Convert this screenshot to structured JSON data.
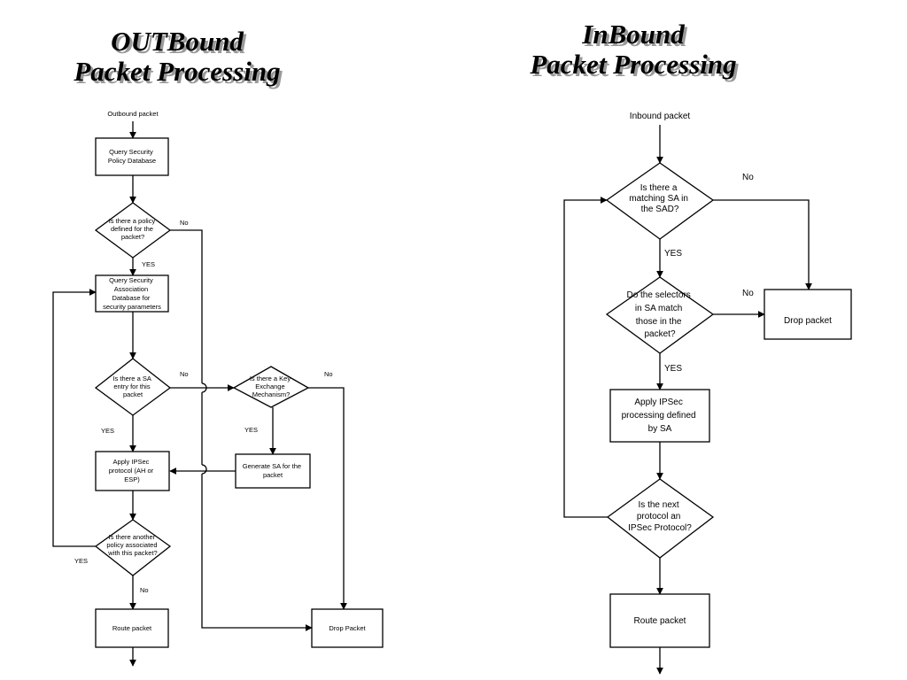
{
  "titles": {
    "outbound": "OUTBound\nPacket Processing",
    "inbound": "InBound\nPacket Processing"
  },
  "outbound": {
    "start": "Outbound packet",
    "query_spd": [
      "Query Security",
      "Policy Database"
    ],
    "policy_defined": [
      "Is there a policy",
      "defined for the",
      "packet?"
    ],
    "query_sad": [
      "Query Security",
      "Association",
      "Database for",
      "security parameters"
    ],
    "sa_entry": [
      "Is there a SA",
      "entry for this",
      "packet"
    ],
    "key_exchange": [
      "Is there a Key",
      "Exchange",
      "Mechanism?"
    ],
    "apply_ipsec": [
      "Apply IPSec",
      "protocol (AH or",
      "ESP)"
    ],
    "generate_sa": [
      "Generate SA for the",
      "packet"
    ],
    "another_policy": [
      "Is there another",
      "policy associated",
      "with this packet?"
    ],
    "route": "Route packet",
    "drop": "Drop Packet",
    "labels": {
      "yes_policy": "YES",
      "no_policy": "No",
      "yes_sa": "YES",
      "no_sa": "No",
      "yes_key": "YES",
      "no_key": "No",
      "yes_another": "YES",
      "no_another": "No"
    }
  },
  "inbound": {
    "start": "Inbound packet",
    "matching_sa": [
      "Is there a",
      "matching SA in",
      "the SAD?"
    ],
    "selectors": [
      "Do the selectors",
      "in SA match",
      "those in the",
      "packet?"
    ],
    "apply_ipsec": [
      "Apply IPSec",
      "processing defined",
      "by SA"
    ],
    "next_protocol": [
      "Is the next",
      "protocol an",
      "IPSec Protocol?"
    ],
    "route": "Route packet",
    "drop": "Drop packet",
    "labels": {
      "no_match": "No",
      "yes_match": "YES",
      "no_selectors": "No",
      "yes_selectors": "YES"
    }
  }
}
